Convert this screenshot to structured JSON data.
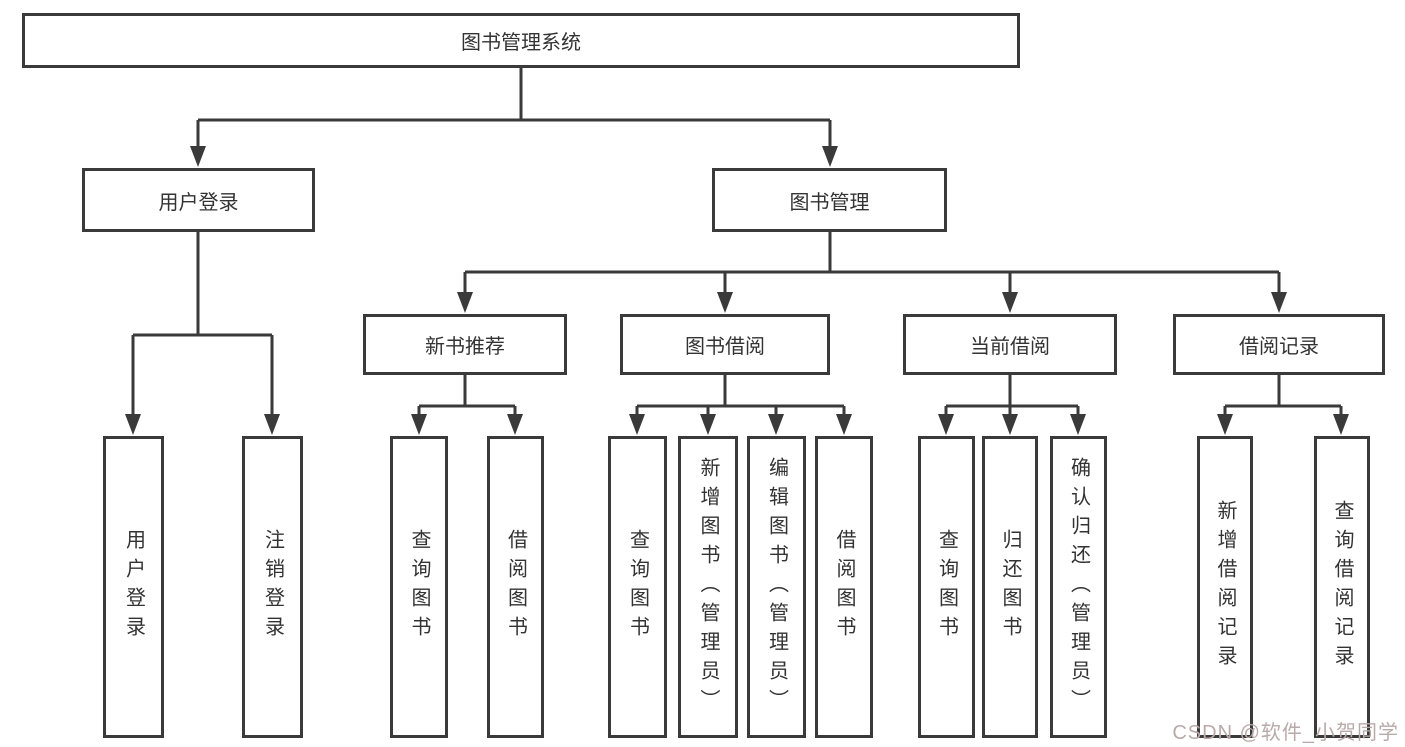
{
  "tree": {
    "root": {
      "label": "图书管理系统",
      "children": [
        {
          "label": "用户登录",
          "children": [
            {
              "label": "用户登录"
            },
            {
              "label": "注销登录"
            }
          ]
        },
        {
          "label": "图书管理",
          "children": [
            {
              "label": "新书推荐",
              "children": [
                {
                  "label": "查询图书"
                },
                {
                  "label": "借阅图书"
                }
              ]
            },
            {
              "label": "图书借阅",
              "children": [
                {
                  "label": "查询图书"
                },
                {
                  "label": "新增图书（管理员）"
                },
                {
                  "label": "编辑图书（管理员）"
                },
                {
                  "label": "借阅图书"
                }
              ]
            },
            {
              "label": "当前借阅",
              "children": [
                {
                  "label": "查询图书"
                },
                {
                  "label": "归还图书"
                },
                {
                  "label": "确认归还（管理员）"
                }
              ]
            },
            {
              "label": "借阅记录",
              "children": [
                {
                  "label": "新增借阅记录"
                },
                {
                  "label": "查询借阅记录"
                }
              ]
            }
          ]
        }
      ]
    }
  },
  "watermark": "CSDN @软件_小贺同学",
  "colors": {
    "line": "#3a3a3a",
    "text": "#333333",
    "background": "#ffffff",
    "watermark": "#b9aaaa"
  }
}
